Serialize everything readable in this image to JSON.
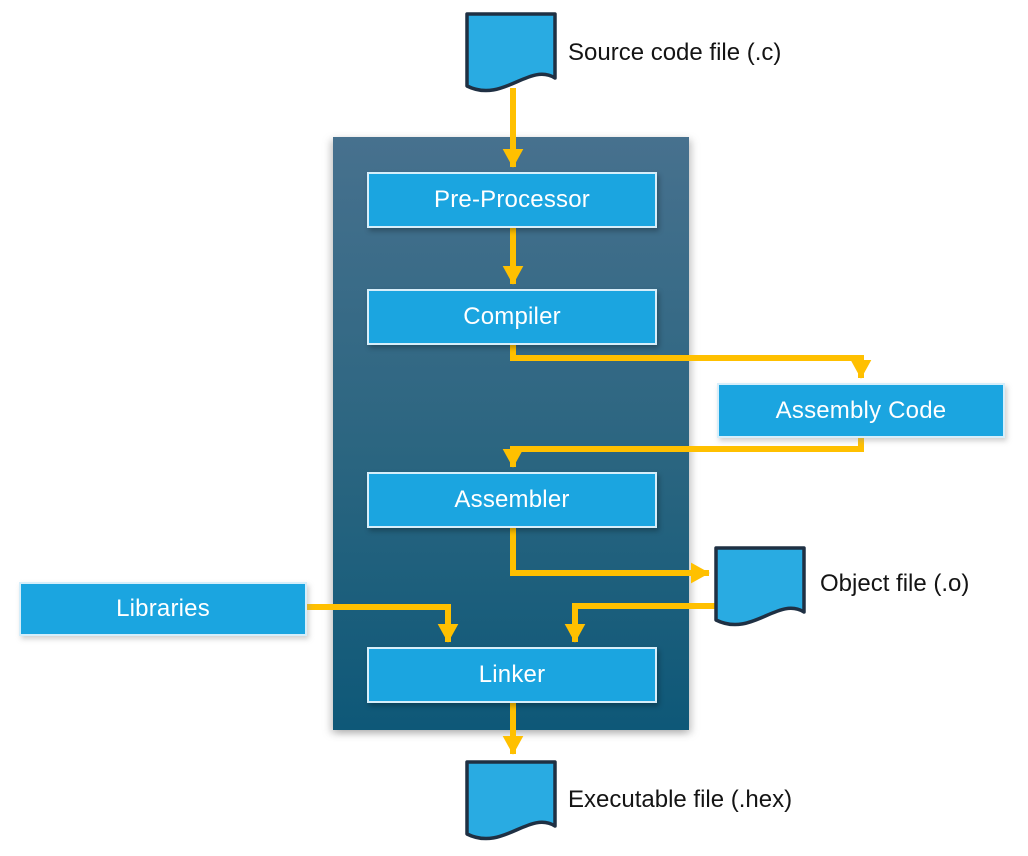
{
  "diagram": {
    "description": "C build toolchain flow diagram",
    "pipeline_stages": [
      {
        "id": "pre-processor",
        "label": "Pre-Processor"
      },
      {
        "id": "compiler",
        "label": "Compiler"
      },
      {
        "id": "assembler",
        "label": "Assembler"
      },
      {
        "id": "linker",
        "label": "Linker"
      }
    ],
    "side_boxes": [
      {
        "id": "assembly-code",
        "label": "Assembly Code"
      },
      {
        "id": "libraries",
        "label": "Libraries"
      }
    ],
    "files": [
      {
        "id": "source-file",
        "label": "Source code file (.c)",
        "icon": "document-icon"
      },
      {
        "id": "object-file",
        "label": "Object file (.o)",
        "icon": "document-icon"
      },
      {
        "id": "executable-file",
        "label": "Executable file (.hex)",
        "icon": "document-icon"
      }
    ],
    "connections": [
      {
        "from": "source-file",
        "to": "pre-processor"
      },
      {
        "from": "pre-processor",
        "to": "compiler"
      },
      {
        "from": "compiler",
        "to": "assembly-code"
      },
      {
        "from": "assembly-code",
        "to": "assembler"
      },
      {
        "from": "assembler",
        "to": "object-file"
      },
      {
        "from": "object-file",
        "to": "linker"
      },
      {
        "from": "libraries",
        "to": "linker"
      },
      {
        "from": "linker",
        "to": "executable-file"
      }
    ],
    "colors": {
      "box_fill": "#1BA5E0",
      "box_border": "#D6EEFA",
      "box_text": "#FFFFFF",
      "panel_gradient_top": "#47718E",
      "panel_gradient_bottom": "#0E5878",
      "arrow": "#FFC000",
      "document_fill": "#29ABE2",
      "document_border": "#1F3043",
      "label_text": "#141414",
      "background": "#FFFFFF"
    }
  }
}
